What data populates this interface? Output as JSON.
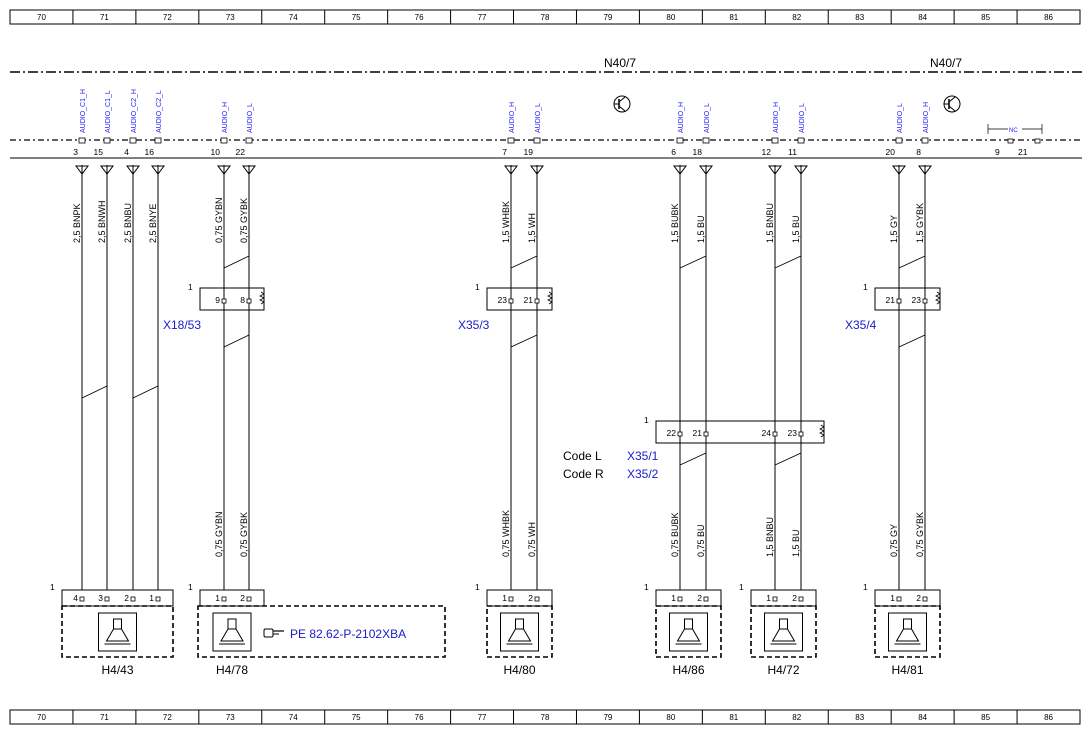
{
  "grid": [
    "70",
    "71",
    "72",
    "73",
    "74",
    "75",
    "76",
    "77",
    "78",
    "79",
    "80",
    "81",
    "82",
    "83",
    "84",
    "85",
    "86"
  ],
  "modules": [
    {
      "label": "N40/7"
    },
    {
      "label": "N40/7"
    }
  ],
  "connector_signals": [
    {
      "label": "AUDIO_C1_H",
      "pin": "3"
    },
    {
      "label": "AUDIO_C1_L",
      "pin": "15"
    },
    {
      "label": "AUDIO_C2_H",
      "pin": "4"
    },
    {
      "label": "AUDIO_C2_L",
      "pin": "16"
    },
    {
      "label": "AUDIO_H",
      "pin": "10"
    },
    {
      "label": "AUDIO_L",
      "pin": "22"
    },
    {
      "label": "AUDIO_H",
      "pin": "7"
    },
    {
      "label": "AUDIO_L",
      "pin": "19"
    },
    {
      "label": "AUDIO_H",
      "pin": "6"
    },
    {
      "label": "AUDIO_L",
      "pin": "18"
    },
    {
      "label": "AUDIO_H",
      "pin": "12"
    },
    {
      "label": "AUDIO_L",
      "pin": "11"
    },
    {
      "label": "AUDIO_L",
      "pin": "20"
    },
    {
      "label": "AUDIO_H",
      "pin": "8"
    }
  ],
  "nc": {
    "label": "NC",
    "pins": [
      "9",
      "21"
    ]
  },
  "upper_wires": [
    "2,5 BNPK",
    "2,5 BNWH",
    "2,5 BNBU",
    "2,5 BNYE",
    "0,75 GYBN",
    "0,75 GYBK",
    "1,5 WHBK",
    "1,5 WH",
    "1,5 BUBK",
    "1,5 BU",
    "1,5 BNBU",
    "1,5 BU",
    "1,5 GY",
    "1,5 GYBK"
  ],
  "lower_wires": [
    "0,75 GYBN",
    "0,75 GYBK",
    "0,75 WHBK",
    "0,75 WH",
    "0,75 BUBK",
    "0,75 BU",
    "1,5 BNBU",
    "1,5 BU",
    "0,75 GY",
    "0,75 GYBK"
  ],
  "connectors": [
    {
      "name": "X18/53",
      "pins": [
        "9",
        "8"
      ]
    },
    {
      "name": "X35/3",
      "pins": [
        "23",
        "21"
      ]
    },
    {
      "name": "X35/4",
      "pins": [
        "21",
        "23"
      ]
    },
    {
      "pins": [
        "22",
        "21",
        "24",
        "23"
      ]
    }
  ],
  "connector_index": "1",
  "codes": [
    {
      "code": "Code L",
      "conn": "X35/1"
    },
    {
      "code": "Code R",
      "conn": "X35/2"
    }
  ],
  "speakers": [
    {
      "label": "H4/43",
      "pins": [
        "4",
        "3",
        "2",
        "1"
      ]
    },
    {
      "label": "H4/78",
      "pins": [
        "1",
        "2"
      ]
    },
    {
      "label": "H4/80",
      "pins": [
        "1",
        "2"
      ]
    },
    {
      "label": "H4/86",
      "pins": [
        "1",
        "2"
      ]
    },
    {
      "label": "H4/72",
      "pins": [
        "1",
        "2"
      ]
    },
    {
      "label": "H4/81",
      "pins": [
        "1",
        "2"
      ]
    }
  ],
  "reference": "PE 82.62-P-2102XBA",
  "colors": {
    "line": "#000000",
    "signal": "#1a1aff",
    "label_blue": "#1a1acc"
  }
}
